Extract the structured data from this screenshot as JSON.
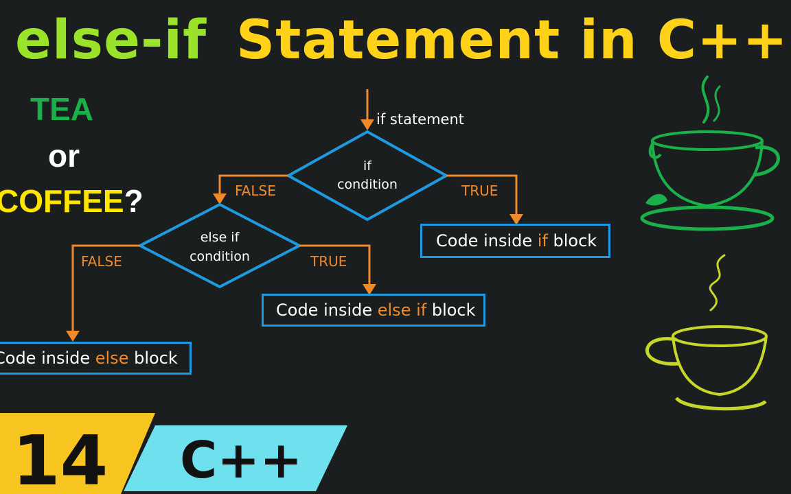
{
  "title": {
    "part1": "else-if",
    "part2": "Statement in C++"
  },
  "question": {
    "tea": "TEA",
    "or": "or",
    "coffee": "COFFEE",
    "qmark": "?"
  },
  "flowchart": {
    "entry_label": "if statement",
    "if_condition": {
      "line1": "if",
      "line2": "condition"
    },
    "else_if_condition": {
      "line1": "else if",
      "line2": "condition"
    },
    "false_label_1": "FALSE",
    "true_label_1": "TRUE",
    "false_label_2": "FALSE",
    "true_label_2": "TRUE",
    "if_block": {
      "pre": "Code inside ",
      "kw": "if",
      "post": " block"
    },
    "else_if_block": {
      "pre": "Code inside ",
      "kw": "else if",
      "post": " block"
    },
    "else_block": {
      "pre": "Code inside ",
      "kw": "else",
      "post": " block"
    }
  },
  "episode": {
    "number": "14",
    "language": "C++"
  },
  "colors": {
    "background": "#1b1e1e",
    "title_green": "#9be22a",
    "title_yellow": "#ffd21a",
    "flow_blue": "#1e9be0",
    "arrow_orange": "#f08a2a",
    "badge_yellow": "#f7c520",
    "badge_cyan": "#6fe0ee"
  }
}
